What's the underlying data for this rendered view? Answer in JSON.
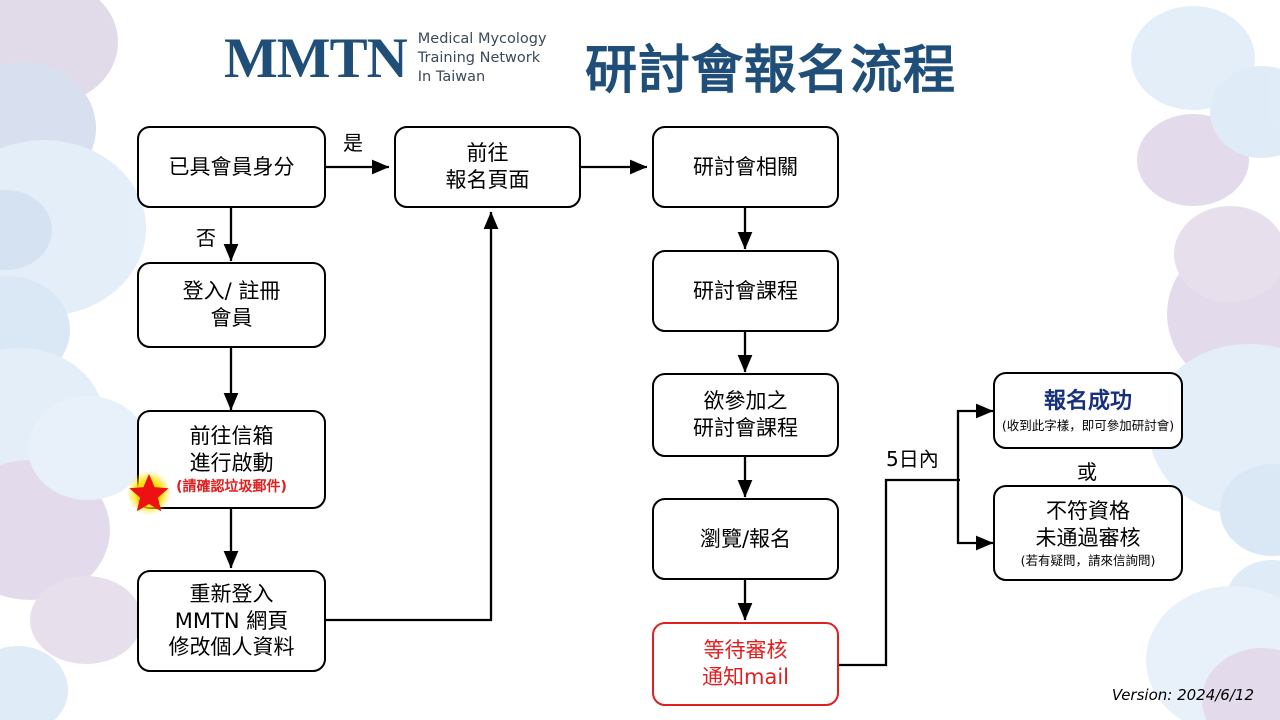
{
  "logo": {
    "mark": "MMTN",
    "line1": "Medical Mycology",
    "line2": "Training Network",
    "line3": "In Taiwan"
  },
  "title": "研討會報名流程",
  "version": "Version: 2024/6/12",
  "colors": {
    "brand_blue": "#1f4e79",
    "accent_navy": "#16307c",
    "alert_red": "#e02020",
    "box_border": "#000000"
  },
  "nodes": {
    "member_check": {
      "line1": "已具會員身分"
    },
    "login_register": {
      "line1": "登入/ 註冊",
      "line2": "會員"
    },
    "activate_mail": {
      "line1": "前往信箱",
      "line2": "進行啟動",
      "note": "(請確認垃圾郵件)"
    },
    "relogin_profile": {
      "line1": "重新登入",
      "line2": "MMTN 網頁",
      "line3": "修改個人資料"
    },
    "goto_signup": {
      "line1": "前往",
      "line2": "報名頁面"
    },
    "seminar_info": {
      "line1": "研討會相關"
    },
    "seminar_course": {
      "line1": "研討會課程"
    },
    "chosen_course": {
      "line1": "欲參加之",
      "line2": "研討會課程"
    },
    "browse_signup": {
      "line1": "瀏覽/報名"
    },
    "await_review": {
      "line1": "等待審核",
      "line2": "通知mail"
    },
    "success": {
      "line1": "報名成功",
      "note": "(收到此字樣，即可參加研討會)"
    },
    "rejected": {
      "line1": "不符資格",
      "line2": "未通過審核",
      "note": "(若有疑問，請來信詢問)"
    }
  },
  "edge_labels": {
    "yes": "是",
    "no": "否",
    "within_five_days": "5日內",
    "or": "或"
  },
  "icons": {
    "star": "red-star-icon"
  }
}
